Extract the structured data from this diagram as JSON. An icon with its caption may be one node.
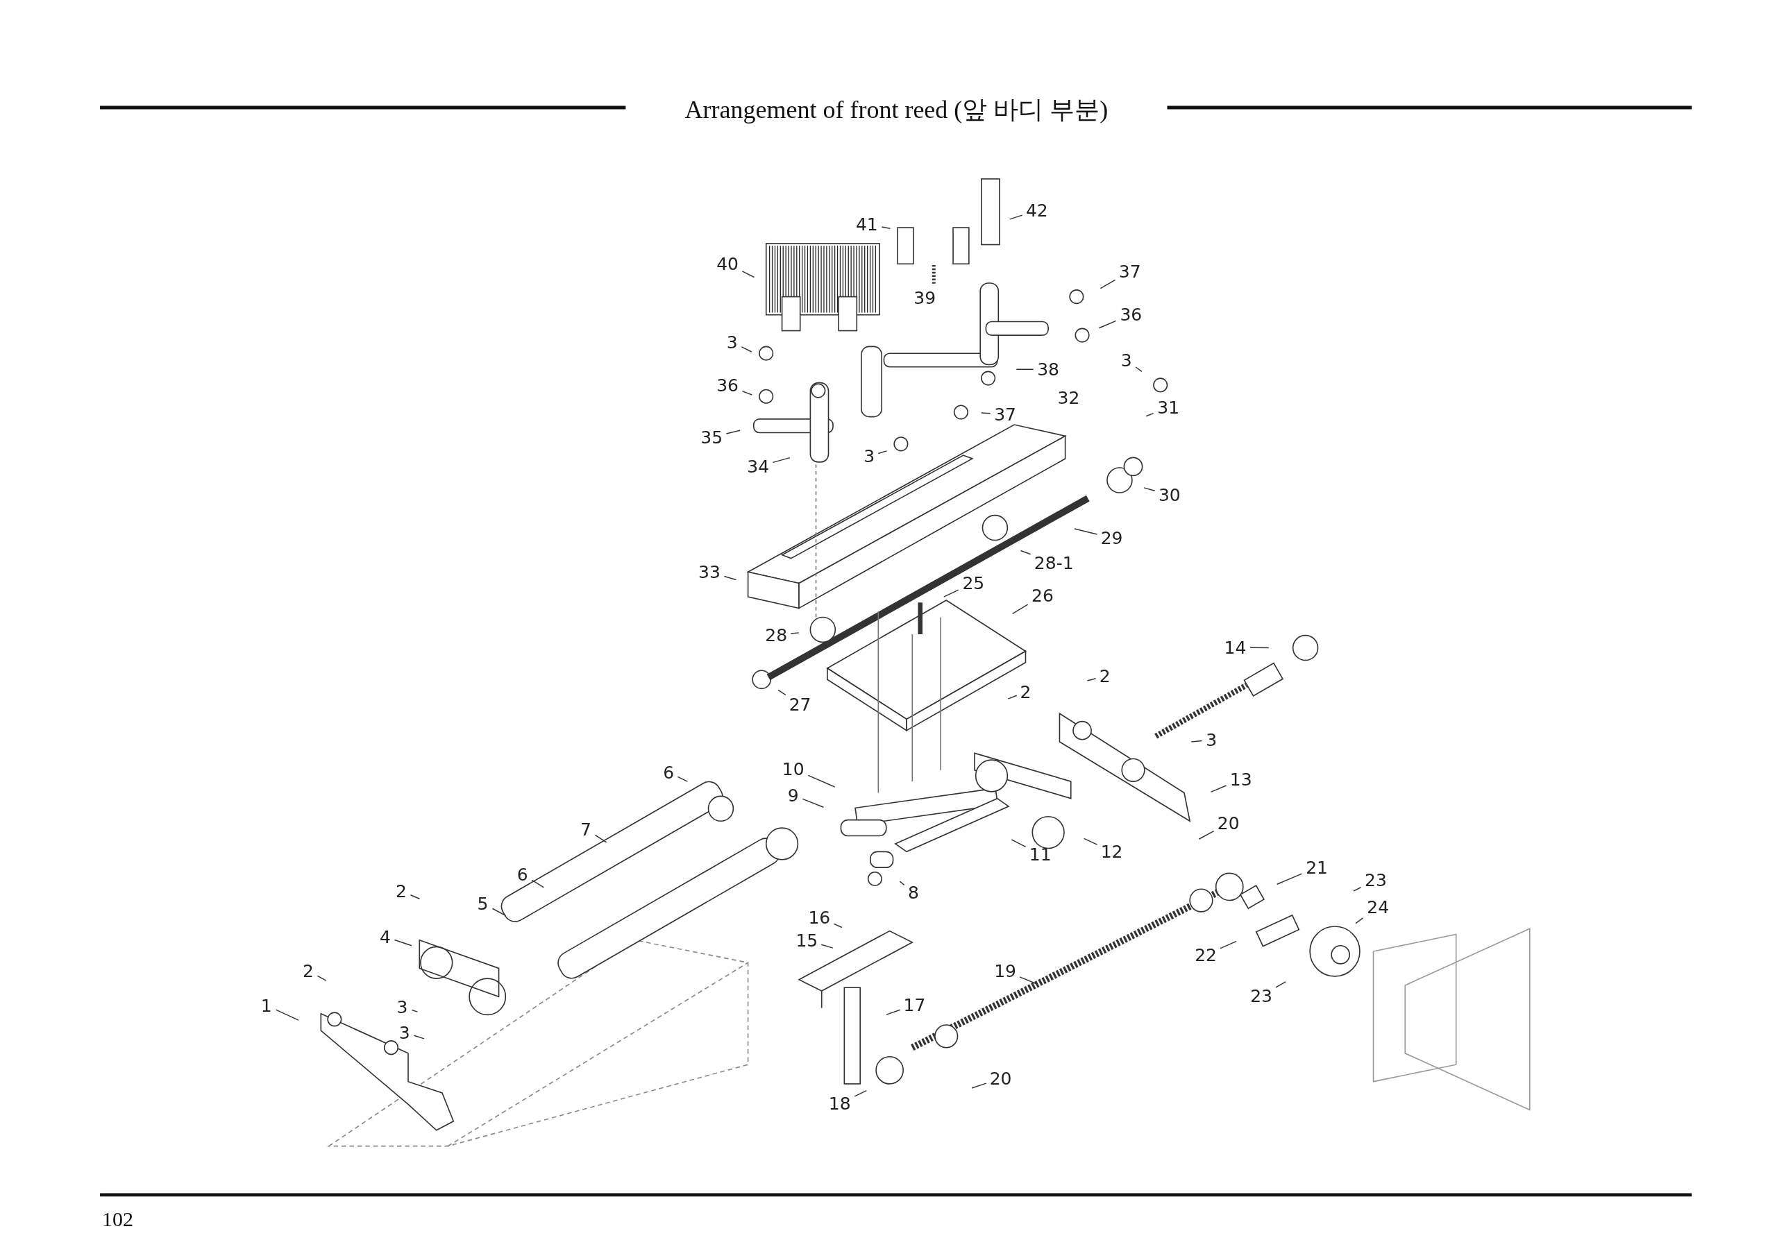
{
  "diagram": {
    "title": "Arrangement of front reed (앞 바디 부분)",
    "nodes": [
      {
        "text": [
          "41"
        ]
      },
      {
        "text": [
          "42"
        ]
      },
      {
        "text": [
          "40"
        ]
      },
      {
        "text": [
          "37"
        ]
      },
      {
        "text": [
          "39"
        ]
      },
      {
        "text": [
          "36"
        ]
      },
      {
        "text": [
          "3"
        ]
      },
      {
        "text": [
          "3"
        ]
      },
      {
        "text": [
          "38"
        ]
      },
      {
        "text": [
          "36"
        ]
      },
      {
        "text": [
          "32"
        ]
      },
      {
        "text": [
          "31"
        ]
      },
      {
        "text": [
          "37"
        ]
      },
      {
        "text": [
          "35"
        ]
      },
      {
        "text": [
          "3"
        ]
      },
      {
        "text": [
          "34"
        ]
      },
      {
        "text": [
          "30"
        ]
      },
      {
        "text": [
          "29"
        ]
      },
      {
        "text": [
          "28-1"
        ]
      },
      {
        "text": [
          "33"
        ]
      },
      {
        "text": [
          "25"
        ]
      },
      {
        "text": [
          "26"
        ]
      },
      {
        "text": [
          "28"
        ]
      },
      {
        "text": [
          "14"
        ]
      },
      {
        "text": [
          "2"
        ]
      },
      {
        "text": [
          "2"
        ]
      },
      {
        "text": [
          "27"
        ]
      },
      {
        "text": [
          "3"
        ]
      },
      {
        "text": [
          "10"
        ]
      },
      {
        "text": [
          "6"
        ]
      },
      {
        "text": [
          "13"
        ]
      },
      {
        "text": [
          "9"
        ]
      },
      {
        "text": [
          "20"
        ]
      },
      {
        "text": [
          "7"
        ]
      },
      {
        "text": [
          "12"
        ]
      },
      {
        "text": [
          "11"
        ]
      },
      {
        "text": [
          "21"
        ]
      },
      {
        "text": [
          "6"
        ]
      },
      {
        "text": [
          "23"
        ]
      },
      {
        "text": [
          "2"
        ]
      },
      {
        "text": [
          "8"
        ]
      },
      {
        "text": [
          "5"
        ]
      },
      {
        "text": [
          "24"
        ]
      },
      {
        "text": [
          "16"
        ]
      },
      {
        "text": [
          "4"
        ]
      },
      {
        "text": [
          "15"
        ]
      },
      {
        "text": [
          "22"
        ]
      },
      {
        "text": [
          "2"
        ]
      },
      {
        "text": [
          "19"
        ]
      },
      {
        "text": [
          "23"
        ]
      },
      {
        "text": [
          "17"
        ]
      },
      {
        "text": [
          "1"
        ]
      },
      {
        "text": [
          "3"
        ]
      },
      {
        "text": [
          "3"
        ]
      },
      {
        "text": [
          "20"
        ]
      },
      {
        "text": [
          "18"
        ]
      }
    ],
    "edges": [
      {
        "from": 0,
        "to": null,
        "arrow": "none"
      },
      {
        "from": 1,
        "to": null,
        "arrow": "none"
      },
      {
        "from": 2,
        "to": null,
        "arrow": "none"
      },
      {
        "from": 3,
        "to": null,
        "arrow": "none"
      },
      {
        "from": 5,
        "to": null,
        "arrow": "none"
      },
      {
        "from": 6,
        "to": null,
        "arrow": "none"
      },
      {
        "from": 7,
        "to": null,
        "arrow": "none"
      },
      {
        "from": 8,
        "to": null,
        "arrow": "none"
      },
      {
        "from": 9,
        "to": null,
        "arrow": "none"
      },
      {
        "from": 11,
        "to": null,
        "arrow": "none"
      },
      {
        "from": 12,
        "to": null,
        "arrow": "none"
      },
      {
        "from": 13,
        "to": null,
        "arrow": "none"
      },
      {
        "from": 14,
        "to": null,
        "arrow": "none"
      },
      {
        "from": 15,
        "to": null,
        "arrow": "none"
      },
      {
        "from": 16,
        "to": null,
        "arrow": "none"
      },
      {
        "from": 17,
        "to": null,
        "arrow": "none"
      },
      {
        "from": 18,
        "to": null,
        "arrow": "none"
      },
      {
        "from": 19,
        "to": null,
        "arrow": "none"
      },
      {
        "from": 20,
        "to": null,
        "arrow": "none"
      },
      {
        "from": 21,
        "to": null,
        "arrow": "none"
      },
      {
        "from": 22,
        "to": null,
        "arrow": "none"
      },
      {
        "from": 23,
        "to": null,
        "arrow": "none"
      },
      {
        "from": 24,
        "to": null,
        "arrow": "none"
      },
      {
        "from": 25,
        "to": null,
        "arrow": "none"
      },
      {
        "from": 26,
        "to": null,
        "arrow": "none"
      },
      {
        "from": 27,
        "to": null,
        "arrow": "none"
      },
      {
        "from": 28,
        "to": null,
        "arrow": "none"
      },
      {
        "from": 29,
        "to": null,
        "arrow": "none"
      },
      {
        "from": 30,
        "to": null,
        "arrow": "none"
      },
      {
        "from": 31,
        "to": null,
        "arrow": "none"
      },
      {
        "from": 32,
        "to": null,
        "arrow": "none"
      },
      {
        "from": 33,
        "to": null,
        "arrow": "none"
      },
      {
        "from": 34,
        "to": null,
        "arrow": "none"
      },
      {
        "from": 35,
        "to": null,
        "arrow": "none"
      },
      {
        "from": 36,
        "to": null,
        "arrow": "none"
      },
      {
        "from": 37,
        "to": null,
        "arrow": "none"
      },
      {
        "from": 38,
        "to": null,
        "arrow": "none"
      },
      {
        "from": 39,
        "to": null,
        "arrow": "none"
      },
      {
        "from": 40,
        "to": null,
        "arrow": "none"
      },
      {
        "from": 41,
        "to": null,
        "arrow": "none"
      },
      {
        "from": 42,
        "to": null,
        "arrow": "none"
      },
      {
        "from": 43,
        "to": null,
        "arrow": "none"
      },
      {
        "from": 44,
        "to": null,
        "arrow": "none"
      },
      {
        "from": 45,
        "to": null,
        "arrow": "none"
      },
      {
        "from": 46,
        "to": null,
        "arrow": "none"
      },
      {
        "from": 47,
        "to": null,
        "arrow": "none"
      },
      {
        "from": 48,
        "to": null,
        "arrow": "none"
      },
      {
        "from": 49,
        "to": null,
        "arrow": "none"
      },
      {
        "from": 50,
        "to": null,
        "arrow": "none"
      },
      {
        "from": 51,
        "to": null,
        "arrow": "none"
      },
      {
        "from": 52,
        "to": null,
        "arrow": "none"
      },
      {
        "from": 53,
        "to": null,
        "arrow": "none"
      },
      {
        "from": 54,
        "to": null,
        "arrow": "none"
      },
      {
        "from": 55,
        "to": null,
        "arrow": "none"
      }
    ],
    "labels": [
      "102"
    ]
  }
}
